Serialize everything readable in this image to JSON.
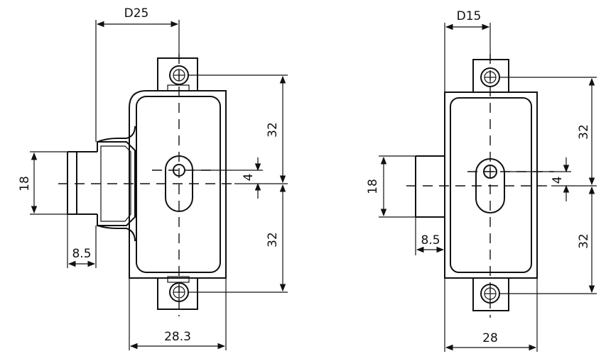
{
  "left_lock": {
    "cylinder_diameter": "D25",
    "height_dim": "18",
    "offset_dim": "8.5",
    "upper_spacing": "32",
    "lower_spacing": "32",
    "keyhole_offset": "4",
    "body_width": "28.3"
  },
  "right_lock": {
    "cylinder_diameter": "D15",
    "height_dim": "18",
    "offset_dim": "8.5",
    "upper_spacing": "32",
    "lower_spacing": "32",
    "keyhole_offset": "4",
    "body_width": "28"
  }
}
